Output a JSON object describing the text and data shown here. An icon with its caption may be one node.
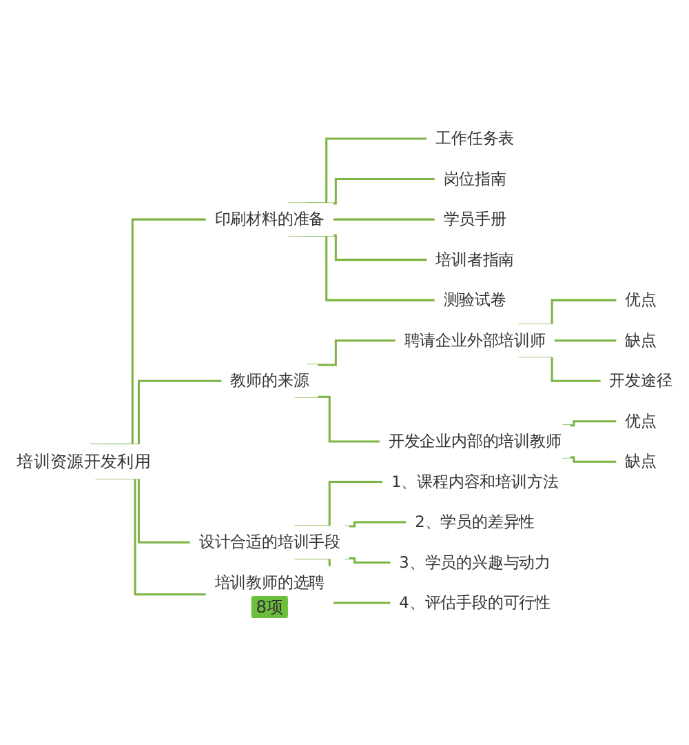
{
  "diagram": {
    "nodes": [
      {
        "text": [
          "培训资源开发利用"
        ]
      },
      {
        "text": [
          "印刷材料的准备"
        ]
      },
      {
        "text": [
          "工作任务表"
        ]
      },
      {
        "text": [
          "岗位指南"
        ]
      },
      {
        "text": [
          "学员手册"
        ]
      },
      {
        "text": [
          "培训者指南"
        ]
      },
      {
        "text": [
          "测验试卷"
        ]
      },
      {
        "text": [
          "教师的来源"
        ]
      },
      {
        "text": [
          "聘请企业外部培训师"
        ]
      },
      {
        "text": [
          "优点"
        ]
      },
      {
        "text": [
          "缺点"
        ]
      },
      {
        "text": [
          "开发途径"
        ]
      },
      {
        "text": [
          "开发企业内部的培训教师"
        ]
      },
      {
        "text": [
          "优点"
        ]
      },
      {
        "text": [
          "缺点"
        ]
      },
      {
        "text": [
          "设计合适的培训手段"
        ]
      },
      {
        "text": [
          "1、课程内容和培训方法"
        ]
      },
      {
        "text": [
          "2、学员的差异性"
        ]
      },
      {
        "text": [
          "3、学员的兴趣与动力"
        ]
      },
      {
        "text": [
          "4、评估手段的可行性"
        ]
      },
      {
        "text": [
          "培训教师的选聘",
          "8项"
        ]
      }
    ],
    "edges": [
      {
        "from": 0,
        "to": 1,
        "arrow": "none"
      },
      {
        "from": 1,
        "to": 2,
        "arrow": "none"
      },
      {
        "from": 1,
        "to": 3,
        "arrow": "none"
      },
      {
        "from": 1,
        "to": 4,
        "arrow": "none"
      },
      {
        "from": 1,
        "to": 5,
        "arrow": "none"
      },
      {
        "from": 1,
        "to": 6,
        "arrow": "none"
      },
      {
        "from": 0,
        "to": 7,
        "arrow": "none"
      },
      {
        "from": 7,
        "to": 8,
        "arrow": "none"
      },
      {
        "from": 8,
        "to": 9,
        "arrow": "none"
      },
      {
        "from": 8,
        "to": 10,
        "arrow": "none"
      },
      {
        "from": 8,
        "to": 11,
        "arrow": "none"
      },
      {
        "from": 7,
        "to": 12,
        "arrow": "none"
      },
      {
        "from": 12,
        "to": 13,
        "arrow": "none"
      },
      {
        "from": 12,
        "to": 14,
        "arrow": "none"
      },
      {
        "from": 0,
        "to": 15,
        "arrow": "none"
      },
      {
        "from": 15,
        "to": 16,
        "arrow": "none"
      },
      {
        "from": 15,
        "to": 17,
        "arrow": "none"
      },
      {
        "from": 15,
        "to": 18,
        "arrow": "none"
      },
      {
        "from": 15,
        "to": 19,
        "arrow": "none"
      },
      {
        "from": 0,
        "to": 20,
        "arrow": "none"
      }
    ]
  }
}
